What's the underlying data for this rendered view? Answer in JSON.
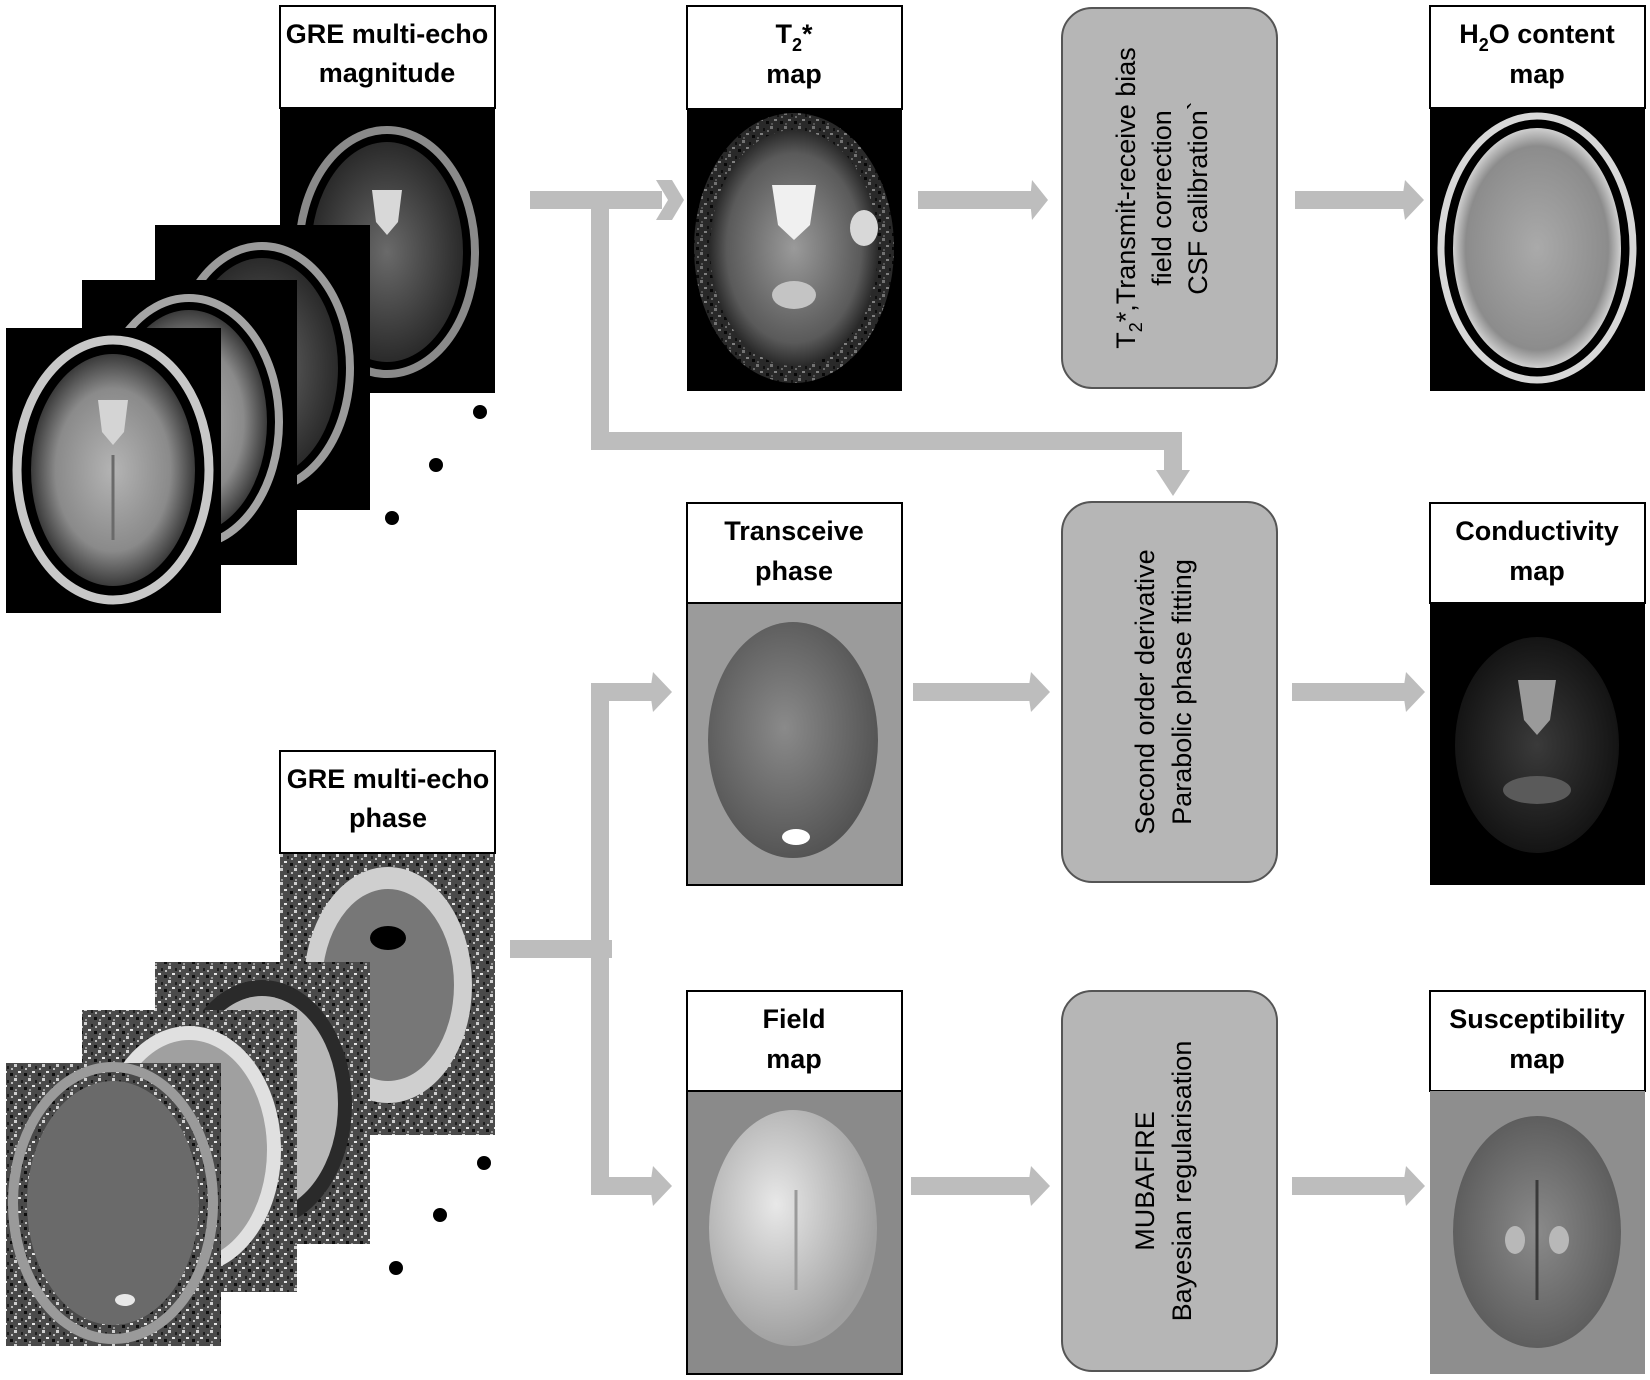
{
  "inputs": {
    "magnitude": {
      "title_line1": "GRE multi-echo",
      "title_line2": "magnitude"
    },
    "phase": {
      "title_line1": "GRE multi-echo",
      "title_line2": "phase"
    }
  },
  "intermediate_maps": {
    "t2star": {
      "title_main": "T",
      "title_sub": "2",
      "title_suffix": "*",
      "title_line2": "map"
    },
    "transceive": {
      "title_line1": "Transceive",
      "title_line2": "phase"
    },
    "field": {
      "title_line1": "Field",
      "title_line2": "map"
    }
  },
  "processing": {
    "water": {
      "line1_main": "T",
      "line1_sub": "2",
      "line1_rest": "*,Transmit-receive bias",
      "line2": "field correction",
      "line3": "CSF calibration`"
    },
    "conductivity": {
      "line1": "Second order derivative",
      "line2": "Parabolic phase fitting"
    },
    "susceptibility": {
      "line1": "MUBAFIRE",
      "line2": "Bayesian regularisation"
    }
  },
  "outputs": {
    "water": {
      "title_main": "H",
      "title_sub": "2",
      "title_rest": "O content",
      "title_line2": "map"
    },
    "conductivity": {
      "title_line1": "Conductivity",
      "title_line2": "map"
    },
    "susceptibility": {
      "title_line1": "Susceptibility",
      "title_line2": "map"
    }
  },
  "colors": {
    "arrow": "#bdbdbd",
    "process_box": "#b6b6b6",
    "transceive_bg": "#9b9b9b",
    "field_bg": "#8a8a8a",
    "susceptibility_bg": "#8e8e8e"
  }
}
